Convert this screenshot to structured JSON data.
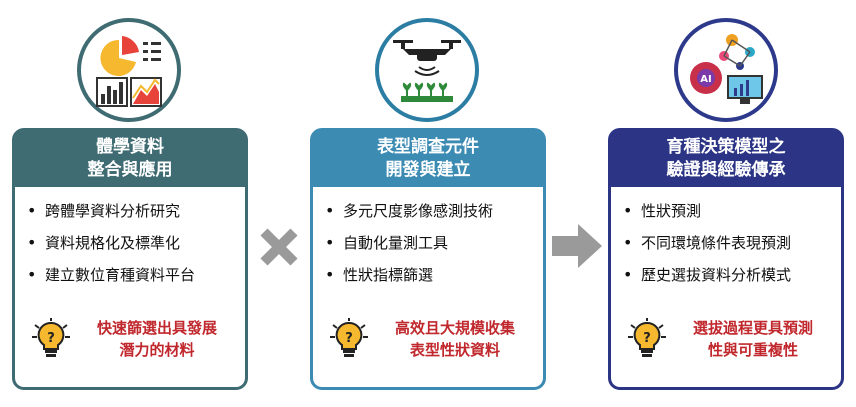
{
  "cards": [
    {
      "title_line1": "體學資料",
      "title_line2": "整合與應用",
      "bullets": [
        "跨體學資料分析研究",
        "資料規格化及標準化",
        "建立數位育種資料平台"
      ],
      "note_line1": "快速篩選出具發展",
      "note_line2": "潛力的材料"
    },
    {
      "title_line1": "表型調查元件",
      "title_line2": "開發與建立",
      "bullets": [
        "多元尺度影像感測技術",
        "自動化量測工具",
        "性狀指標篩選"
      ],
      "note_line1": "高效且大規模收集",
      "note_line2": "表型性狀資料"
    },
    {
      "title_line1": "育種決策模型之",
      "title_line2": "驗證與經驗傳承",
      "bullets": [
        "性狀預測",
        "不同環境條件表現預測",
        "歷史選拔資料分析模式"
      ],
      "note_line1": "選拔過程更具預測",
      "note_line2": "性與可重複性"
    }
  ],
  "icons": {
    "card1": "data-analytics-icon",
    "card2": "drone-sensing-icon",
    "card3": "ai-network-icon",
    "note": "lightbulb-idea-icon",
    "operator1": "multiply-x-icon",
    "operator2": "right-arrow-icon"
  },
  "colors": {
    "card1": "#3f6b72",
    "card2": "#3c8bb3",
    "card3": "#2b3485",
    "note_text": "#c0282d",
    "operator": "#9a9a9a"
  }
}
